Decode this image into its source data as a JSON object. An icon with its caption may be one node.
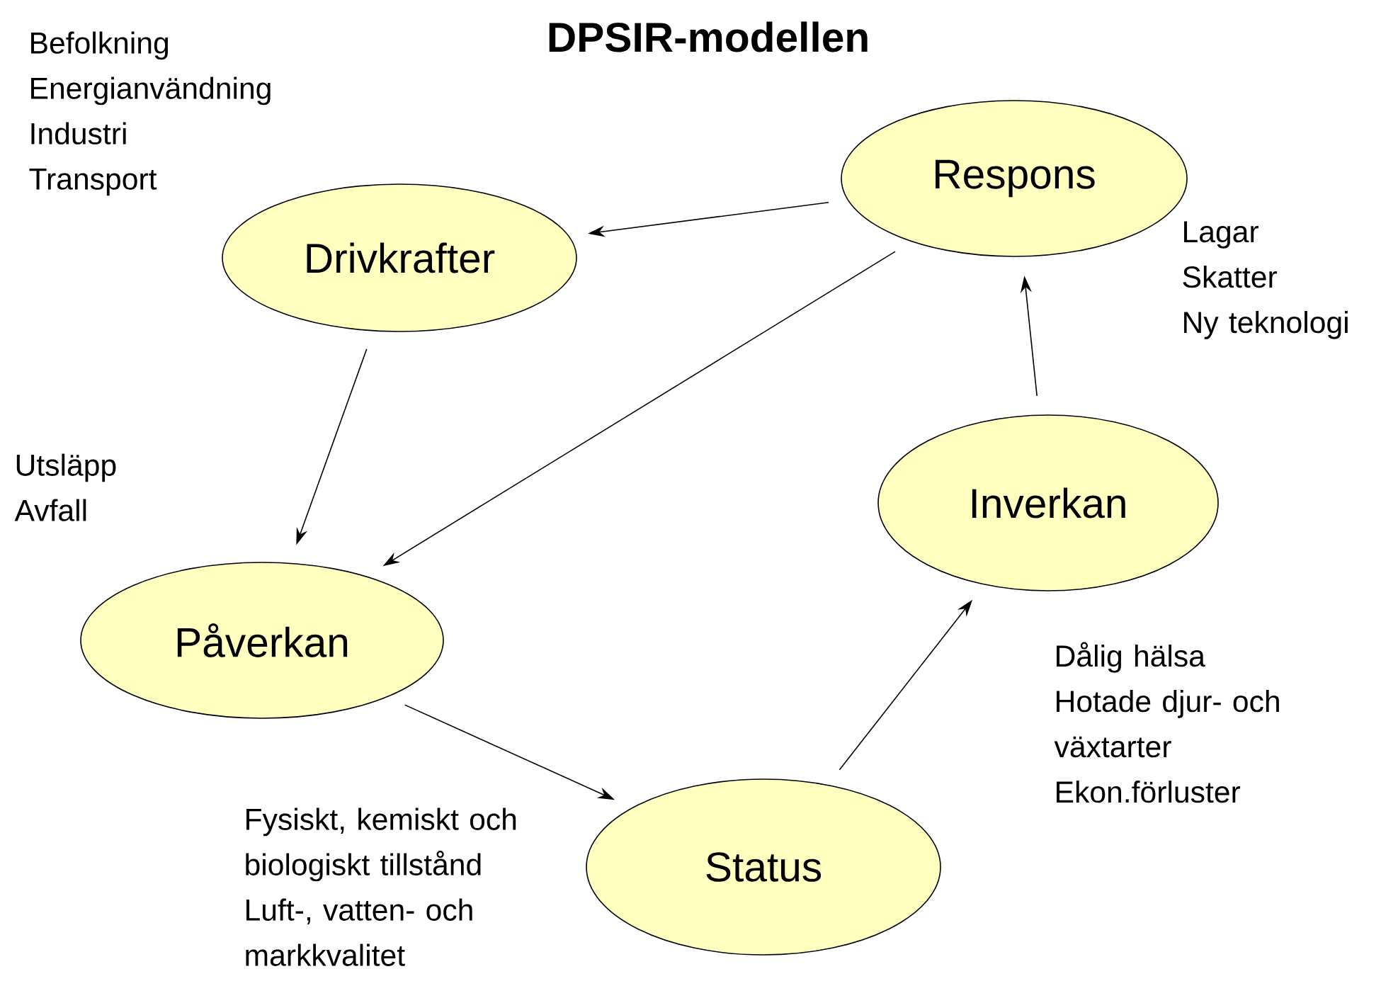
{
  "diagram": {
    "title": "DPSIR-modellen",
    "nodes": [
      {
        "text": [
          "Drivkrafter"
        ],
        "beside": [
          "Befolkning",
          "Energianvändning",
          "Industri",
          "Transport"
        ]
      },
      {
        "text": [
          "Påverkan"
        ],
        "beside": [
          "Utsläpp",
          "Avfall"
        ]
      },
      {
        "text": [
          "Status"
        ],
        "beside": [
          "Fysiskt, kemiskt och biologiskt tillstånd",
          "Luft-, vatten- och markkvalitet"
        ]
      },
      {
        "text": [
          "Inverkan"
        ],
        "beside": [
          "Dålig hälsa",
          "Hotade djur- och växtarter",
          "Ekon.förluster"
        ]
      },
      {
        "text": [
          "Respons"
        ],
        "beside": [
          "Lagar",
          "Skatter",
          "Ny teknologi"
        ]
      }
    ],
    "edges": [
      {
        "from": 4,
        "to": 0,
        "arrow": "to"
      },
      {
        "from": 0,
        "to": 1,
        "arrow": "to"
      },
      {
        "from": 4,
        "to": 1,
        "arrow": "to"
      },
      {
        "from": 1,
        "to": 2,
        "arrow": "to"
      },
      {
        "from": 2,
        "to": 3,
        "arrow": "to"
      },
      {
        "from": 3,
        "to": 4,
        "arrow": "to"
      }
    ]
  }
}
